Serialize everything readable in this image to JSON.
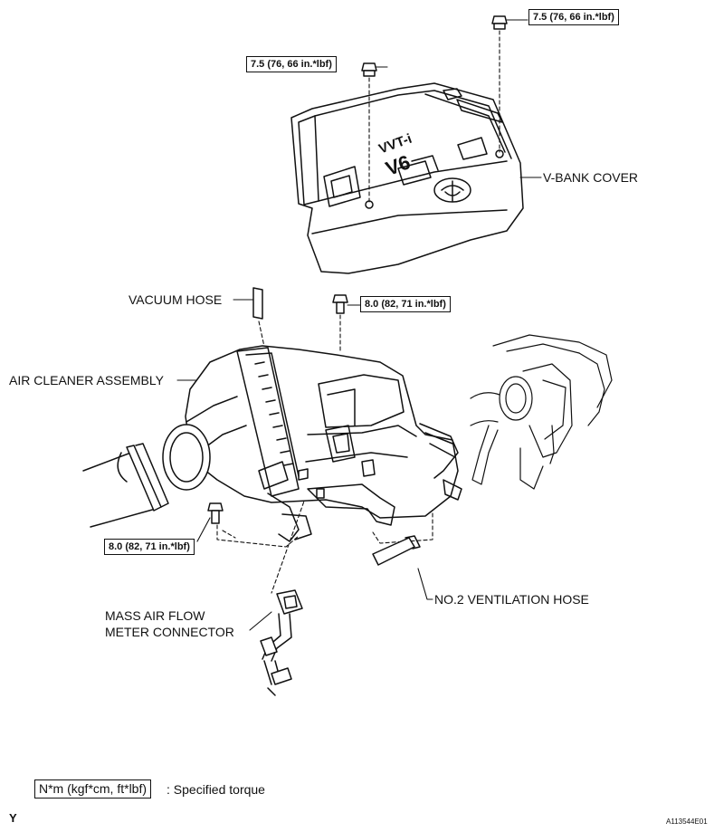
{
  "torque_specs": {
    "top_right": "7.5 (76, 66 in.*lbf)",
    "top_left": "7.5 (76, 66 in.*lbf)",
    "middle": "8.0 (82, 71 in.*lbf)",
    "lower": "8.0 (82, 71 in.*lbf)"
  },
  "labels": {
    "v_bank_cover": "V-BANK COVER",
    "vacuum_hose": "VACUUM HOSE",
    "air_cleaner_assembly": "AIR CLEANER ASSEMBLY",
    "no2_ventilation_hose": "NO.2 VENTILATION HOSE",
    "mass_air_flow_line1": "MASS AIR FLOW",
    "mass_air_flow_line2": "METER CONNECTOR"
  },
  "cover_markings": {
    "vvti": "VVT-i",
    "v6": "V6"
  },
  "legend": {
    "box": "N*m (kgf*cm, ft*lbf)",
    "text": ": Specified torque"
  },
  "corner_letter": "Y",
  "figure_id": "A113544E01"
}
